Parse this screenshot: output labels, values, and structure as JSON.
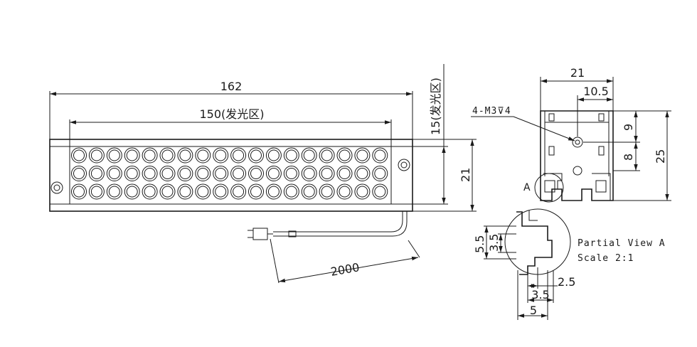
{
  "front_view": {
    "overall_length": "162",
    "emitting_length": "150(发光区)",
    "emitting_width": "15(发光区)",
    "overall_height": "21",
    "cable_length": "2000",
    "led_rows": 3,
    "led_columns": 18
  },
  "side_view": {
    "width": "21",
    "half_width": "10.5",
    "thread_note": "4-M3⊽4",
    "upper_offset": "9",
    "lower_offset": "8",
    "height": "25",
    "detail_marker": "A"
  },
  "detail_view": {
    "title_line1": "Partial View A",
    "title_line2": "Scale 2:1",
    "dim_outer_height": "5.5",
    "dim_inner_height": "3.5",
    "dim_slot": "2.5",
    "dim_mid": "3.5",
    "dim_outer": "5"
  }
}
